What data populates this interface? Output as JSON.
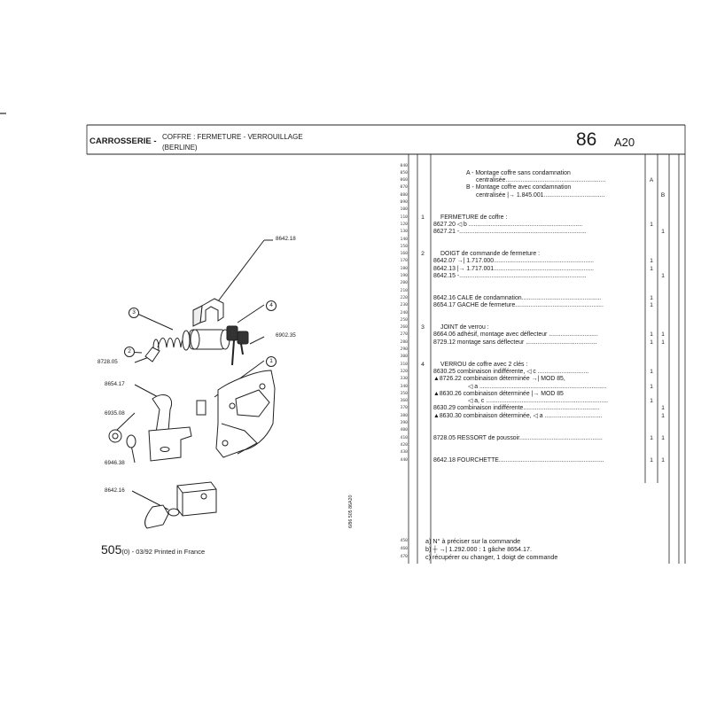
{
  "header": {
    "section": "CARROSSERIE -",
    "title_line1": "COFFRE : FERMETURE - VERROUILLAGE",
    "title_line2": "(BERLINE)",
    "page_number": "86",
    "page_code": "A20"
  },
  "line_numbers": [
    "040",
    "050",
    "060",
    "070",
    "080",
    "090",
    "100",
    "110",
    "120",
    "130",
    "140",
    "150",
    "160",
    "170",
    "180",
    "190",
    "200",
    "210",
    "220",
    "230",
    "240",
    "250",
    "260",
    "270",
    "280",
    "290",
    "300",
    "310",
    "320",
    "330",
    "340",
    "350",
    "360",
    "370",
    "380",
    "390",
    "400",
    "410",
    "420",
    "430",
    "440"
  ],
  "parts_rows": [
    {
      "row": 1,
      "ref": "",
      "text": "A - Montage coffre sans condamnation",
      "qa": "",
      "qb": ""
    },
    {
      "row": 2,
      "ref": "",
      "text": "centralisée...........................................................",
      "qa": "A",
      "qb": ""
    },
    {
      "row": 3,
      "ref": "",
      "text": "B - Montage coffre avec condamnation",
      "qa": "",
      "qb": ""
    },
    {
      "row": 4,
      "ref": "",
      "text": "centralisée |→ 1.845.001....................................",
      "qa": "",
      "qb": "B"
    },
    {
      "row": 7,
      "ref": "1",
      "text": "FERMETURE de coffre :",
      "qa": "",
      "qb": ""
    },
    {
      "row": 8,
      "ref": "",
      "text": "8627.20  ◁ b ...................................................................",
      "qa": "1",
      "qb": ""
    },
    {
      "row": 9,
      "ref": "",
      "text": "8627.21  -...........................................................................",
      "qa": "",
      "qb": "1"
    },
    {
      "row": 12,
      "ref": "2",
      "text": "DOIGT de commande de fermeture :",
      "qa": "",
      "qb": ""
    },
    {
      "row": 13,
      "ref": "",
      "text": "8642.07  →| 1.717.000...........................................................",
      "qa": "1",
      "qb": ""
    },
    {
      "row": 14,
      "ref": "",
      "text": "8642.13  |→ 1.717.001...........................................................",
      "qa": "1",
      "qb": ""
    },
    {
      "row": 15,
      "ref": "",
      "text": "8642.15  -...........................................................................",
      "qa": "",
      "qb": "1"
    },
    {
      "row": 18,
      "ref": "",
      "text": "8642.16 CALE de condamnation...............................................",
      "qa": "1",
      "qb": ""
    },
    {
      "row": 19,
      "ref": "",
      "text": "8654.17 GACHE de fermeture....................................................",
      "qa": "1",
      "qb": ""
    },
    {
      "row": 22,
      "ref": "3",
      "text": "JOINT de verrou :",
      "qa": "",
      "qb": ""
    },
    {
      "row": 23,
      "ref": "",
      "text": "8664.06  adhésif, montage avec déflecteur .............................",
      "qa": "1",
      "qb": "1"
    },
    {
      "row": 24,
      "ref": "",
      "text": "8729.12  montage sans déflecteur ..........................................",
      "qa": "1",
      "qb": "1"
    },
    {
      "row": 27,
      "ref": "4",
      "text": "VERROU de coffre avec 2 clés :",
      "qa": "",
      "qb": ""
    },
    {
      "row": 28,
      "ref": "",
      "text": "8630.25  combinaison indifférente,  ◁ c ..............................",
      "qa": "1",
      "qb": ""
    },
    {
      "row": 29,
      "ref": "",
      "text": "▲8726.22  combinaison déterminée →| MOD 85,",
      "qa": "",
      "qb": ""
    },
    {
      "row": 30,
      "ref": "",
      "text": "◁ a ...........................................................................",
      "qa": "1",
      "qb": ""
    },
    {
      "row": 31,
      "ref": "",
      "text": "▲8630.26  combinaison déterminée |→ MOD 85",
      "qa": "",
      "qb": ""
    },
    {
      "row": 32,
      "ref": "",
      "text": "◁ a, c ........................................................................",
      "qa": "1",
      "qb": ""
    },
    {
      "row": 33,
      "ref": "",
      "text": "8630.29  combinaison indifférente.............................................",
      "qa": "",
      "qb": "1"
    },
    {
      "row": 34,
      "ref": "",
      "text": "▲8630.30  combinaison déterminée,  ◁ a ..................................",
      "qa": "",
      "qb": "1"
    },
    {
      "row": 37,
      "ref": "",
      "text": "8728.05 RESSORT de poussoir.................................................",
      "qa": "1",
      "qb": "1"
    },
    {
      "row": 40,
      "ref": "",
      "text": "8642.18 FOURCHETTE..............................................................",
      "qa": "1",
      "qb": "1"
    }
  ],
  "footnotes": {
    "line_numbers": [
      "450",
      "460",
      "470"
    ],
    "lines": [
      "a)  N° à préciser sur la commande",
      "b)  ┼  →| 1.292.000 : 1 gâche 8654.17.",
      "c)  récupérer ou changer, 1 doigt de commande"
    ]
  },
  "diagram_labels": {
    "l8642_18": "8642.18",
    "l6902_35": "6902.35",
    "l8728_05": "8728.05",
    "l8654_17": "8654.17",
    "l6935_08": "6935.08",
    "l6946_38": "6946.38",
    "l8642_16": "8642.16",
    "c1": "1",
    "c2": "2",
    "c3": "3",
    "c4": "4"
  },
  "printed_model": "505",
  "printed_note": "(0) - 03/92 Printed in France",
  "vertical_note": "6/86    505    86A20"
}
